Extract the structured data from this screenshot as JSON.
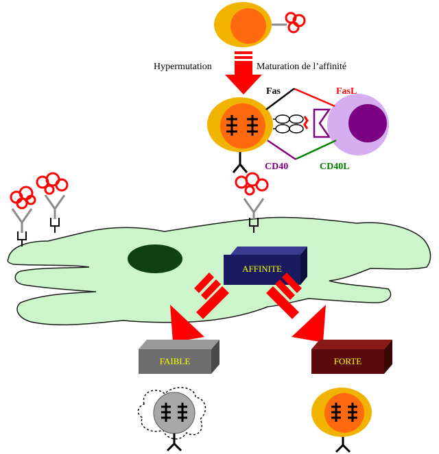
{
  "labels": {
    "hypermutation": "Hypermutation",
    "maturation": "Maturation de l’affinité",
    "fas": "Fas",
    "fasl": "FasL",
    "cd40": "CD40",
    "cd40l": "CD40L",
    "affinite": "AFFINITE",
    "faible": "FAIBLE",
    "forte": "FORTE"
  },
  "colors": {
    "b_cell_outer": "#f0b400",
    "b_cell_inner": "#ff6a10",
    "t_cell_outer": "#d4aef0",
    "t_cell_nucleus": "#7a0080",
    "antigen": "#ff0000",
    "dendritic_cell": "#ccf5cc",
    "dendritic_nucleus": "#0f4010",
    "affinity_box": "#1a1a60",
    "low_box": "#6e6e6e",
    "high_box": "#5a0a0a",
    "arrow": "#ff0000",
    "fas_line": "#000000",
    "fasl_line": "#ff0000",
    "cd40_line": "#800080",
    "cd40l_line": "#008000",
    "label_yellow": "#ffff00",
    "label_green": "#008000",
    "label_purple": "#800080",
    "label_red": "#ff0000"
  }
}
